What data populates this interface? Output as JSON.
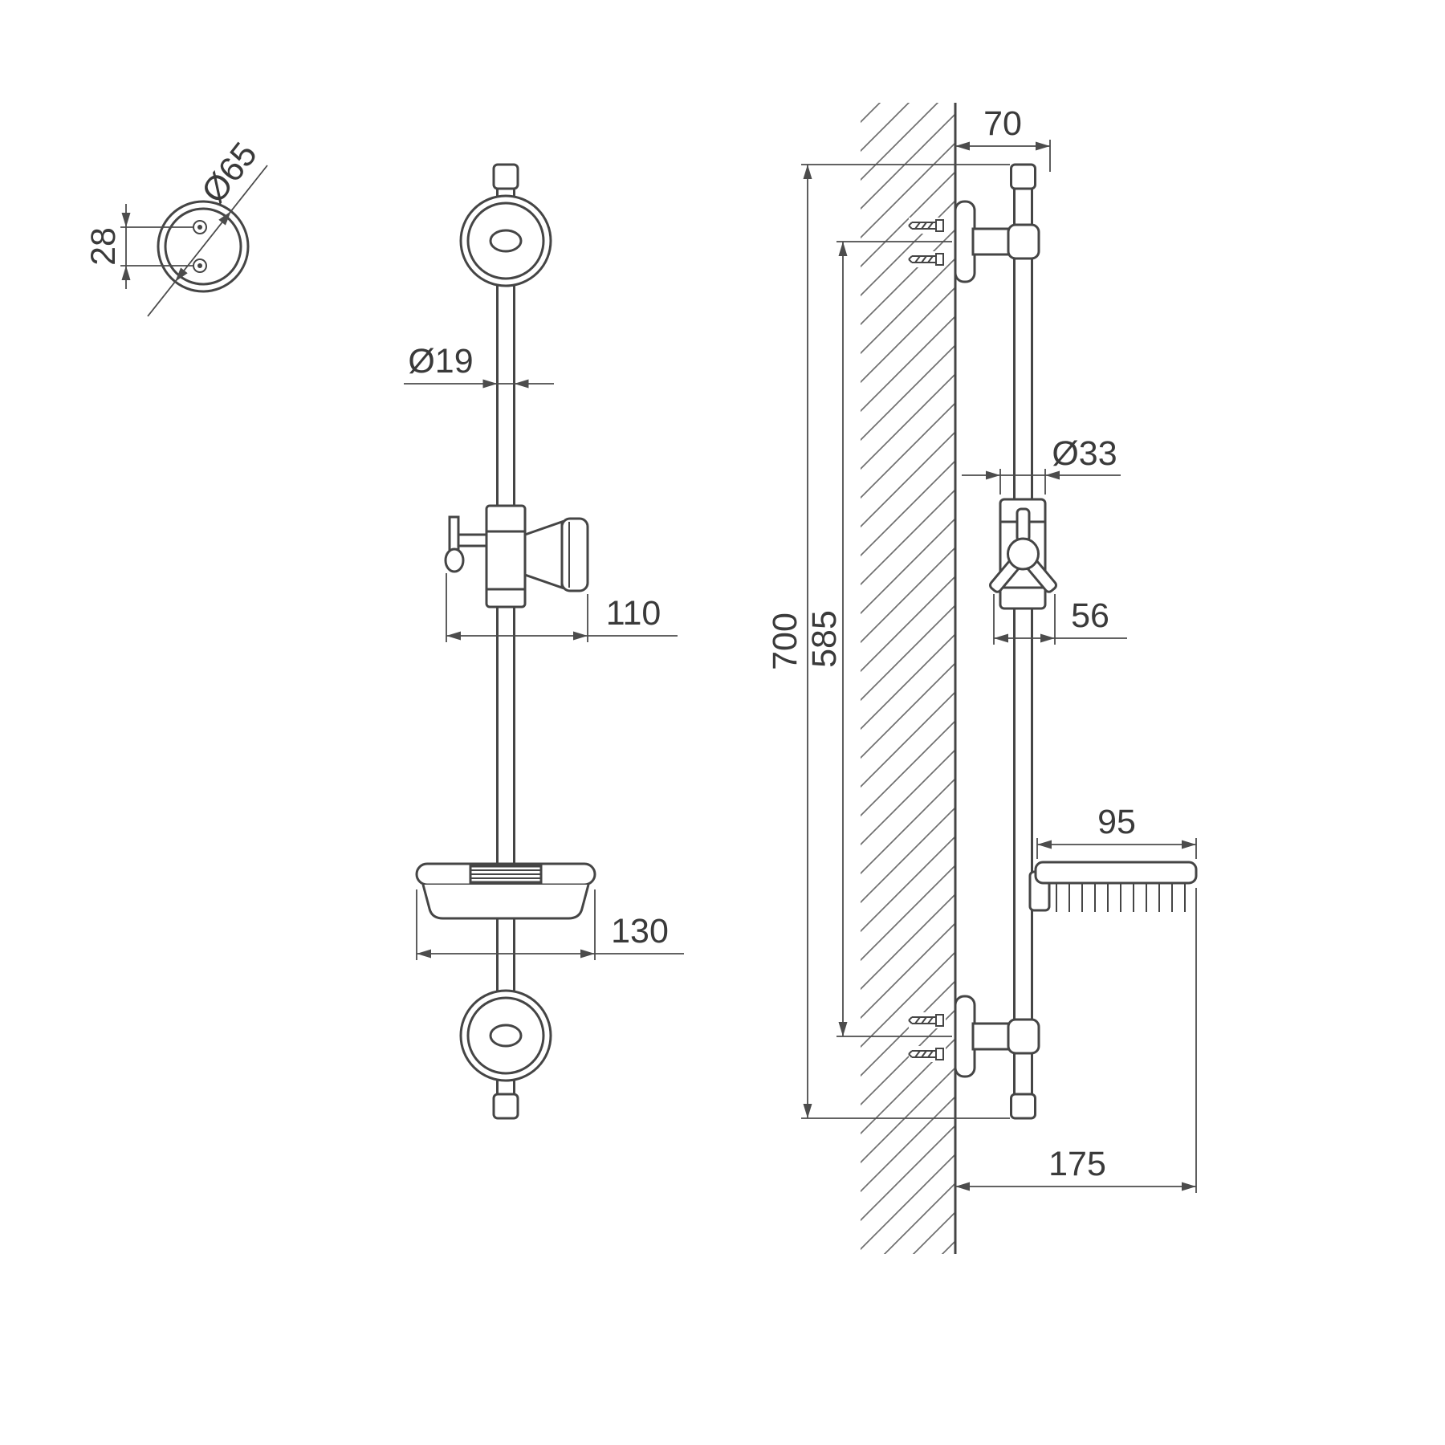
{
  "drawing": {
    "type": "technical-drawing",
    "subject": "shower-slide-bar",
    "detail_view": {
      "dims": {
        "flange_diameter": "Ø65",
        "hole_spacing": "28"
      }
    },
    "front_view": {
      "dims": {
        "rail_diameter": "Ø19",
        "holder_width": "110",
        "soap_dish_width": "130"
      }
    },
    "side_view": {
      "dims": {
        "wall_offset": "70",
        "overall_height": "700",
        "mount_centers": "585",
        "slider_diameter": "Ø33",
        "knob_span": "56",
        "soap_dish_depth": "95",
        "overall_depth": "175"
      }
    },
    "colors": {
      "line": "#454545",
      "dimension": "#4c4c4c",
      "text": "#3a3a3a",
      "hatch": "#6f6f6f",
      "background": "#ffffff"
    }
  }
}
